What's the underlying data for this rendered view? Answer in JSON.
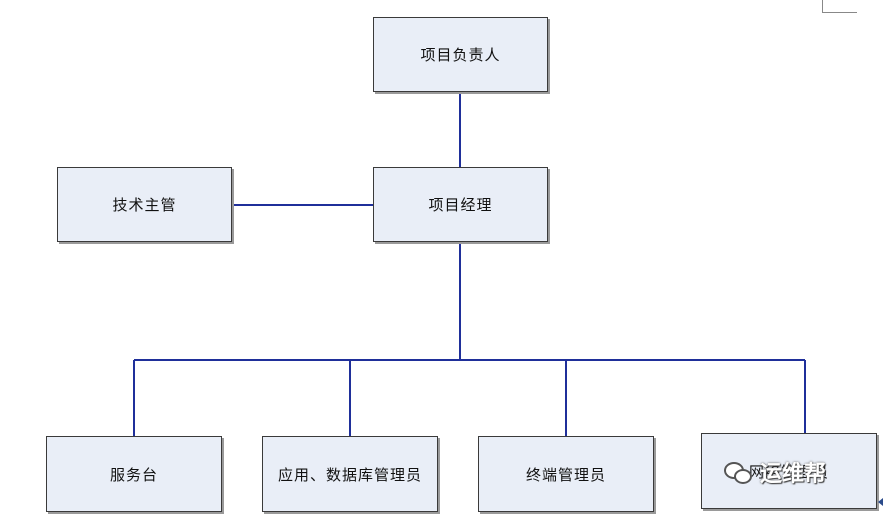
{
  "diagram": {
    "nodes": {
      "project_owner": "项目负责人",
      "tech_supervisor": "技术主管",
      "project_manager": "项目经理",
      "service_desk": "服务台",
      "app_db_admin": "应用、数据库管理员",
      "terminal_admin": "终端管理员",
      "network_admin": "网络管理员"
    },
    "line_color": "#1f2f9a"
  },
  "watermark": {
    "text": "运维帮"
  }
}
